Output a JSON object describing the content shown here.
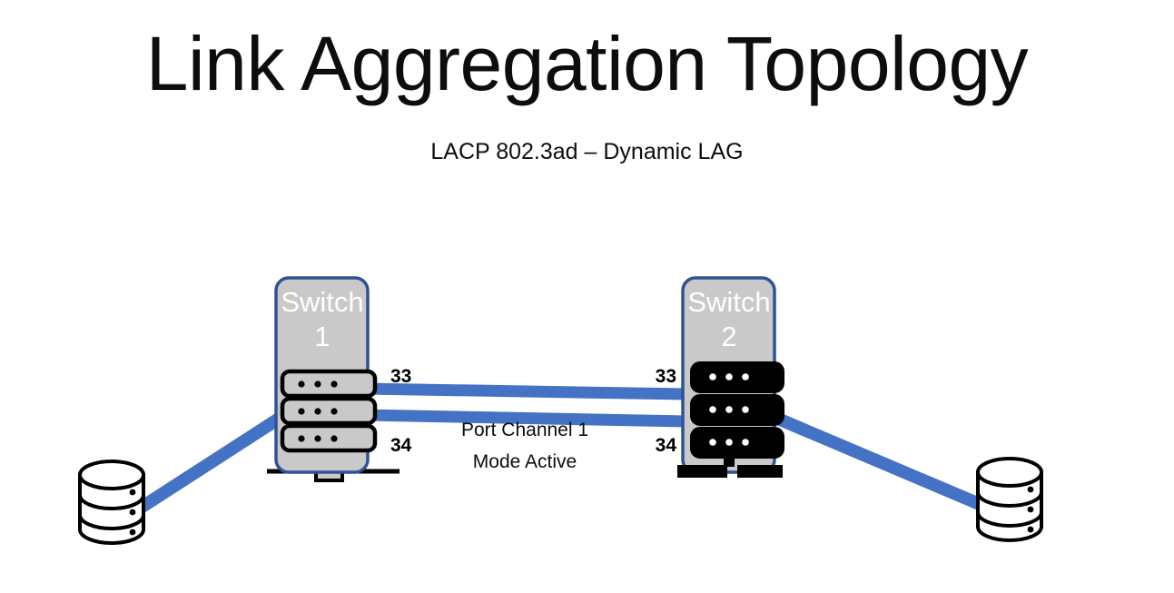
{
  "slide": {
    "title": "Link Aggregation Topology",
    "subtitle": "LACP 802.3ad – Dynamic LAG",
    "background": "#FFFFFF"
  },
  "colors": {
    "link_blue": "#4472C4",
    "switch_body_fill": "#C9C9C9",
    "switch_body_stroke": "#2E5395",
    "rack_black": "#000000",
    "rack_light": "#C9C9C9",
    "outline": "#000000",
    "label_text": "#0D0D0D",
    "switch_label_text": "#FFFFFF"
  },
  "switches": [
    {
      "id": "switch-1",
      "name_line1": "Switch",
      "name_line2": "1",
      "style": "light",
      "ports": [
        {
          "label": "33",
          "side": "right",
          "position": "top"
        },
        {
          "label": "34",
          "side": "right",
          "position": "bottom"
        }
      ]
    },
    {
      "id": "switch-2",
      "name_line1": "Switch",
      "name_line2": "2",
      "style": "dark",
      "ports": [
        {
          "label": "33",
          "side": "left",
          "position": "top"
        },
        {
          "label": "34",
          "side": "left",
          "position": "bottom"
        }
      ]
    }
  ],
  "hosts": [
    {
      "id": "host-left",
      "type": "cylinder",
      "segments": 3
    },
    {
      "id": "host-right",
      "type": "cylinder",
      "segments": 3
    }
  ],
  "trunk": {
    "label_line1": "Port Channel 1",
    "label_line2": "Mode Active",
    "link_count": 2
  },
  "links": [
    {
      "id": "link-host-left-to-switch1",
      "kind": "access",
      "from": "host-left",
      "to": "switch-1"
    },
    {
      "id": "link-switch1-to-switch2-port33",
      "kind": "trunk",
      "from": "switch-1",
      "to": "switch-2",
      "port": "33"
    },
    {
      "id": "link-switch1-to-switch2-port34",
      "kind": "trunk",
      "from": "switch-1",
      "to": "switch-2",
      "port": "34"
    },
    {
      "id": "link-switch2-to-host-right",
      "kind": "access",
      "from": "switch-2",
      "to": "host-right"
    }
  ]
}
